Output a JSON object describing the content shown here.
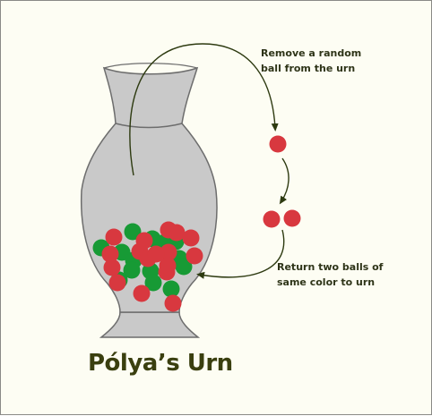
{
  "title": "Pólya’s Urn",
  "labels": {
    "remove": [
      "Remove a random",
      "ball from the urn"
    ],
    "return": [
      "Return two balls of",
      "same color to urn"
    ]
  },
  "colors": {
    "background": "#fdfdf3",
    "urn_fill": "#c9c9c9",
    "urn_stroke": "#6d6d6d",
    "red_ball": "#d8383f",
    "green_ball": "#179a35",
    "arrow": "#2d3a10",
    "text": "#2e3418"
  },
  "urn_contents": {
    "red_balls": 17,
    "green_balls": 14
  },
  "step_balls": {
    "removed": 1,
    "returned": 2
  }
}
